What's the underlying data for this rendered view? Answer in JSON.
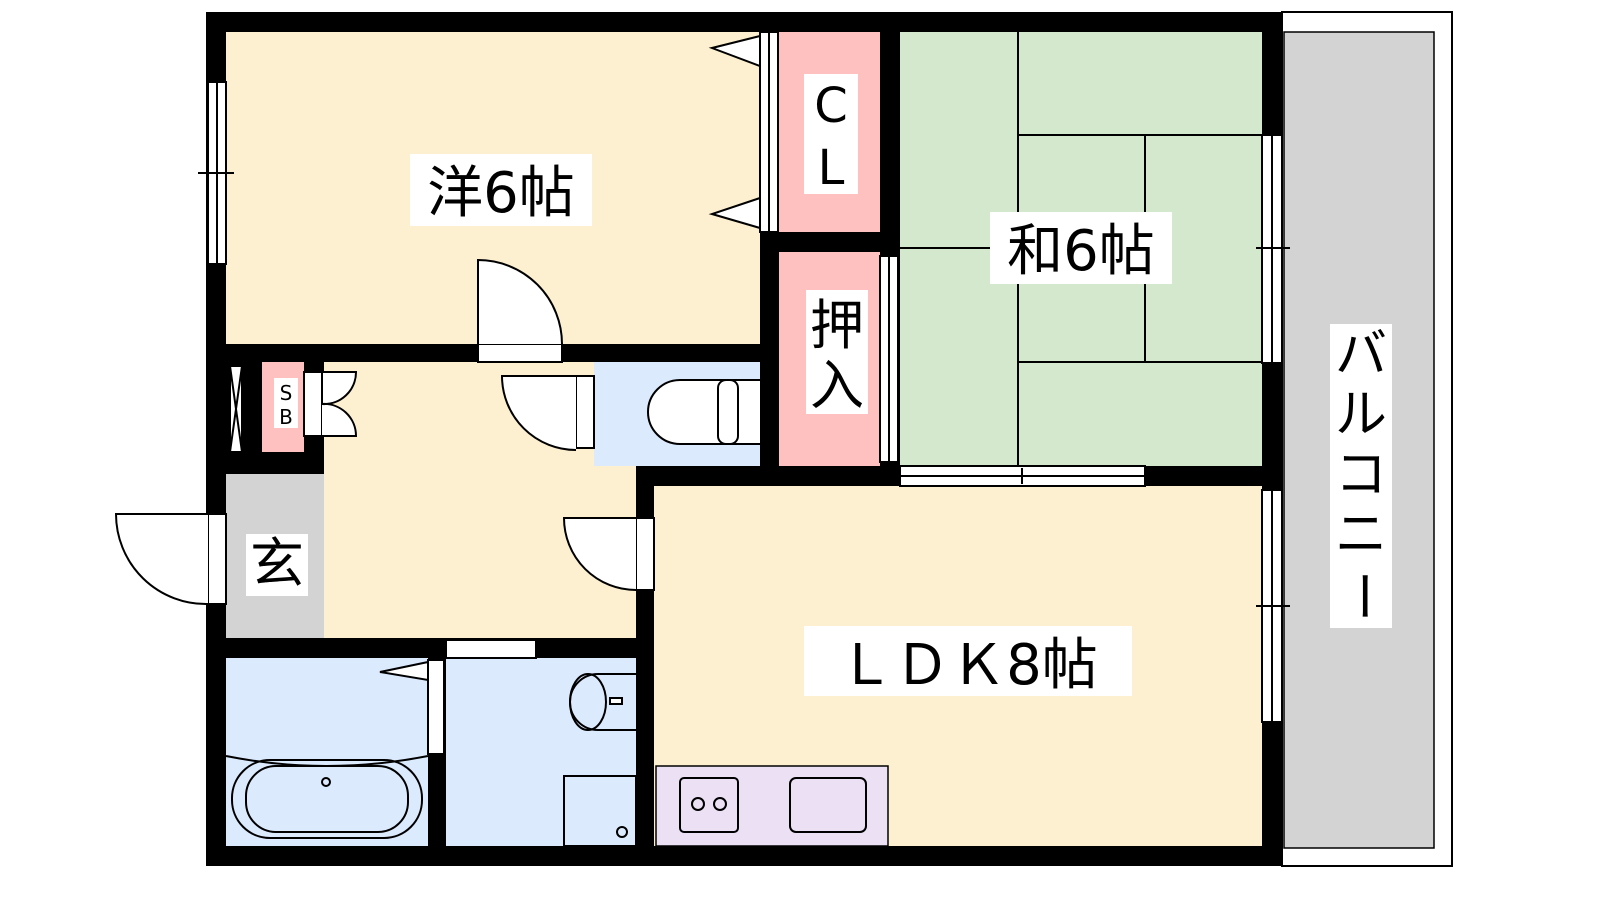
{
  "rooms": {
    "western": {
      "label": "洋6帖"
    },
    "closet": {
      "label_chars": [
        "C",
        "L"
      ]
    },
    "oshiire": {
      "label_chars": [
        "押",
        "入"
      ]
    },
    "japanese": {
      "label": "和6帖"
    },
    "ldk": {
      "label": "ＬＤＫ8帖"
    },
    "entrance": {
      "label": "玄"
    },
    "shoebox": {
      "label_chars": [
        "S",
        "B"
      ]
    },
    "balcony": {
      "label_chars": [
        "バ",
        "ル",
        "コ",
        "ニ",
        "ー"
      ]
    }
  },
  "colors": {
    "western": "#fdf0d0",
    "storage": "#ffc0c0",
    "tatami": "#d3e8cc",
    "wet": "#dbeafd",
    "entrance": "#d3d3d3",
    "kitchen": "#ece0f4",
    "wall": "#000000"
  }
}
